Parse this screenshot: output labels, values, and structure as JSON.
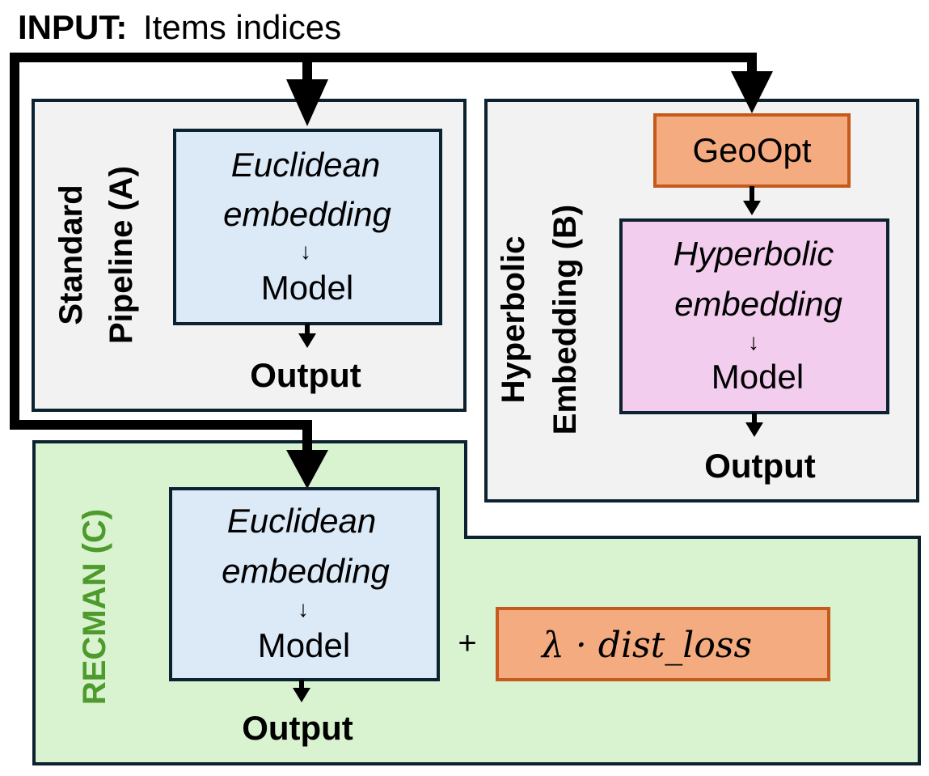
{
  "input": {
    "label": "INPUT:",
    "text": "Items indices"
  },
  "panel_a": {
    "title_line1": "Standard",
    "title_line2": "Pipeline (A)",
    "box_line1": "Euclidean",
    "box_line2": "embedding",
    "arrow": "↓",
    "box_line3": "Model",
    "output": "Output"
  },
  "panel_b": {
    "title_line1": "Hyperbolic",
    "title_line2": "Embedding (B)",
    "geoopt": "GeoOpt",
    "box_line1": "Hyperbolic",
    "box_line2": "embedding",
    "arrow": "↓",
    "box_line3": "Model",
    "output": "Output"
  },
  "panel_c": {
    "title": "RECMAN (C)",
    "box_line1": "Euclidean",
    "box_line2": "embedding",
    "arrow": "↓",
    "box_line3": "Model",
    "plus": "+",
    "loss": "λ · dist_loss",
    "output": "Output"
  },
  "colors": {
    "panel_gray": "#f2f2f2",
    "panel_green": "#d9f2d0",
    "box_blue": "#dce9f7",
    "box_pink": "#f2cdee",
    "box_orange": "#f4ab80",
    "border_dark": "#0c2230",
    "border_orange": "#c55a1c",
    "recman_green": "#4e9a2c"
  }
}
